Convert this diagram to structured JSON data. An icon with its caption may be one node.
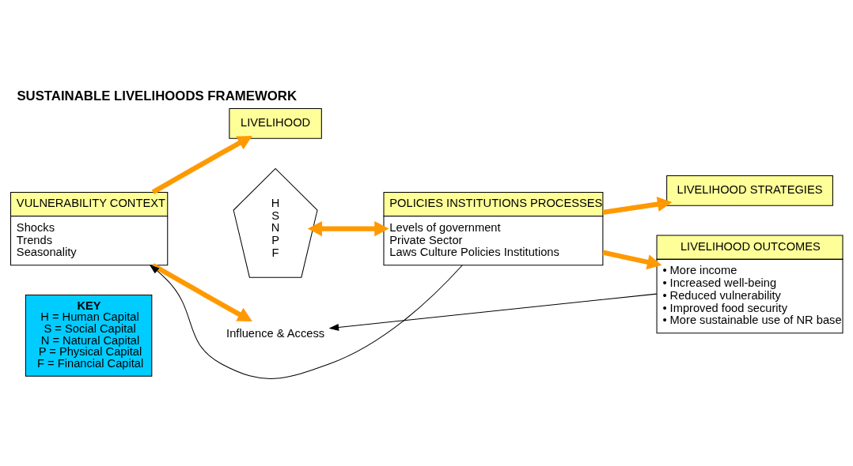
{
  "diagram": {
    "title": "SUSTAINABLE LIVELIHOODS FRAMEWORK",
    "nodes": [
      {
        "text": [
          "KEY",
          "H = Human Capital",
          "S = Social Capital",
          "N = Natural Capital",
          "P = Physical Capital",
          "F = Financial Capital"
        ]
      },
      {
        "text": [
          "VULNERABILITY CONTEXT",
          "Shocks",
          "Trends",
          "Seasonality"
        ]
      },
      {
        "text": [
          "LIVELIHOOD"
        ]
      },
      {
        "text": [
          "H",
          "S",
          "N",
          "P",
          "F"
        ]
      },
      {
        "text": [
          "POLICIES INSTITUTIONS PROCESSES",
          "Levels of government",
          "Private Sector",
          "Laws Culture Policies Institutions"
        ]
      },
      {
        "text": [
          "LIVELIHOOD STRATEGIES"
        ]
      },
      {
        "text": [
          "LIVELIHOOD OUTCOMES",
          "• More income",
          "• Increased well-being",
          "• Reduced vulnerability",
          "• Improved food security",
          "• More sustainable use of NR base"
        ]
      },
      {
        "text": [
          "Influence & Access"
        ]
      }
    ],
    "edges": [
      {
        "from": 4,
        "to": 1,
        "arrow": "to",
        "color": "#000000"
      },
      {
        "from": 1,
        "to": 2,
        "arrow": "to"
      },
      {
        "from": 1,
        "to": 7,
        "arrow": "to"
      },
      {
        "from": 3,
        "to": 4,
        "arrow": "both"
      },
      {
        "from": 4,
        "to": 6,
        "arrow": "to"
      },
      {
        "from": 4,
        "to": 5,
        "arrow": "to"
      },
      {
        "from": 6,
        "to": 7,
        "arrow": "to",
        "color": "#000000"
      }
    ]
  }
}
